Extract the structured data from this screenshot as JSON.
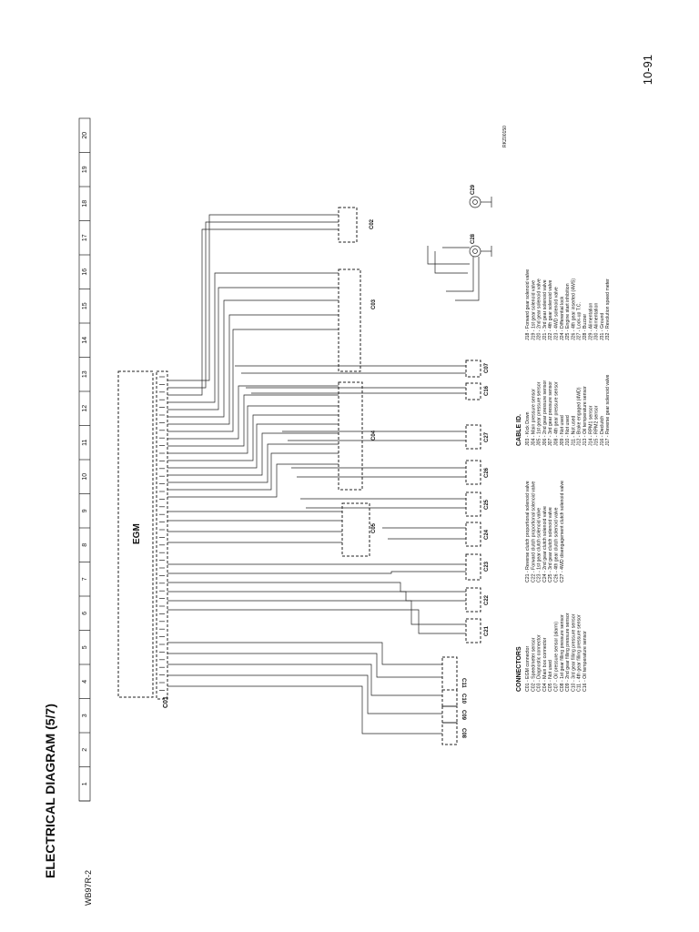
{
  "header": {
    "page_number": "10-91",
    "doc_code": "WB97R-2",
    "title": "ELECTRICAL  DIAGRAM (5/7)",
    "ref_code": "RKZ00150"
  },
  "grid": {
    "numbers": [
      "1",
      "2",
      "3",
      "4",
      "5",
      "6",
      "7",
      "8",
      "9",
      "10",
      "11",
      "12",
      "13",
      "14",
      "15",
      "16",
      "17",
      "18",
      "19",
      "20"
    ]
  },
  "egm": {
    "label": "EGM",
    "connector": "C01"
  },
  "connectors_in_diagram": {
    "c02": "C02",
    "c03": "C03",
    "c04": "C04",
    "c05": "C05",
    "c07": "C07",
    "c16": "C16",
    "c27": "C27",
    "c26": "C26",
    "c25": "C25",
    "c24": "C24",
    "c23": "C23",
    "c22": "C22",
    "c21": "C21",
    "c28": "C28",
    "c29": "C29",
    "c08": "C08",
    "c09": "C09",
    "c10": "C10",
    "c11": "C11"
  },
  "connectors_legend": {
    "heading": "CONNECTORS",
    "items": [
      "C01 - EGM connector",
      "C02 - Speedmeter sensor",
      "C03 - Diagnostic connector",
      "C04 - Main box connector",
      "C05 - Not used",
      "C07 - Oil pressure sensor (alarm)",
      "C08 - 1st gear filling pressure sensor",
      "C09 - 2nd gear filling pressure sensor",
      "C10 - 3rd gear filling pressure sensor",
      "C11 - 4th gear filling pressure sensor",
      "C16 - Oil temperature sensor"
    ]
  },
  "valves_legend": {
    "items": [
      "C21 - Reverse clutch proportional solenoid valve",
      "C22 - Forward clutch proportional solenoid valve",
      "C23 - 1st gear clutch solenoid valve",
      "C24 - 2nd gear clutch solenoid valve",
      "C25 - 3rd gear clutch solenoid valve",
      "C26 - 4th gear clutch solenoid valve",
      "C27 - 4WD disengagement clutch solenoid valve"
    ]
  },
  "cable_legend": {
    "heading": "CABLE ID.",
    "col1": [
      "J03 - Kick Down",
      "J04 - Main pressure sensor",
      "J05 - 1st gear pressure sensor",
      "J06 - 2nd gear pressure sensor",
      "J07 - 3rd gear pressure sensor",
      "J08 - 4th gear pressure sensor",
      "J09 - Not used",
      "J10 - Not used",
      "J11 - Not used",
      "J12 - Brake engaged (4WD)",
      "J13 - Oil temperature sensor",
      "J14 - RPM1 sensor",
      "J15 - RPM2 sensor",
      "J16 - Declutch",
      "J17 - Reverse gear solenoid valve"
    ],
    "col2": [
      "J18 - Forward gear solenoid valve",
      "J19 - 1st gear solenoid valve",
      "J20 - 2nd gear solenoid valve",
      "J21 - 3rd gear solenoid valve",
      "J22 - 4th gear solenoid valve",
      "J23 - 4WD solenoid valve",
      "J24 - Differential lock",
      "J25 - Engine start inhibition",
      "J26 - 4th gear inserted (4WS)",
      "J27 - Lock-up T.C.",
      "J28 - Buzzer",
      "J29 - Alimentation",
      "J30 - Alimentation",
      "J31 - Ground",
      "J32 - Revolution speed meter"
    ]
  }
}
